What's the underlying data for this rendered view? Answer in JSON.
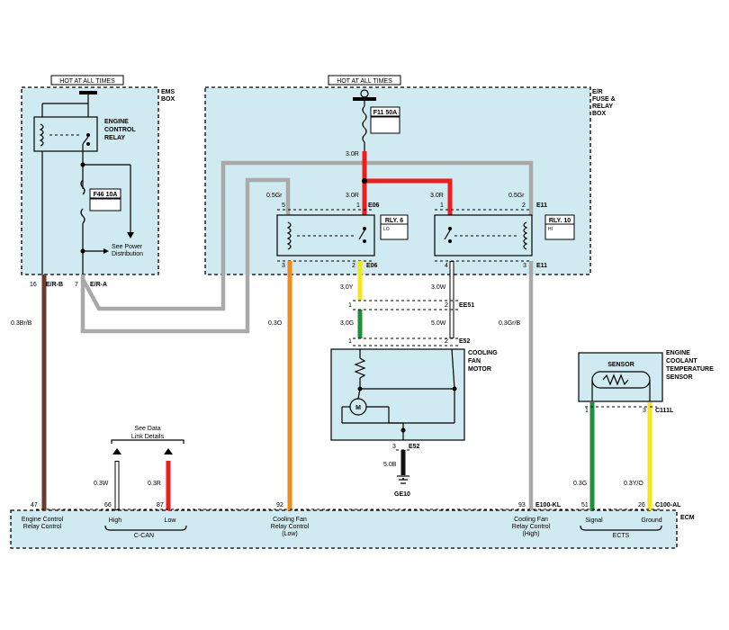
{
  "hot_labels": {
    "left": "HOT AT ALL TIMES",
    "right": "HOT AT ALL TIMES"
  },
  "boxes": {
    "ems_box": "EMS\nBOX",
    "er_box": "E/R\nFUSE &\nRELAY\nBOX",
    "ecm": "ECM"
  },
  "components": {
    "engine_control_relay": "ENGINE\nCONTROL\nRELAY",
    "fuse_f46": "F46 10A",
    "fuse_f11": "F11 50A",
    "see_power": "See Power\nDistribution",
    "rly6": "RLY. 6",
    "rly6_sub": "LO",
    "rly10": "RLY. 10",
    "rly10_sub": "HI",
    "cooling_fan_motor": "COOLING\nFAN\nMOTOR",
    "motor_symbol": "M",
    "sensor": "SENSOR",
    "ects_name": "ENGINE\nCOOLANT\nTEMPERATURE\nSENSOR",
    "data_link": "See Data\nLink Details",
    "ground": "GE10"
  },
  "pins": {
    "p16": "16",
    "erb": "E/R-B",
    "p7": "7",
    "era": "E/R-A",
    "p5": "5",
    "p1a": "1",
    "p1b": "1",
    "p2a": "2",
    "e06_top": "E06",
    "e11_top": "E11",
    "p3a": "3",
    "p2b": "2",
    "e06_bot": "E06",
    "p4": "4",
    "p3b": "3",
    "e11_bot": "E11",
    "p1c": "1",
    "p2c": "2",
    "ee51": "EE51",
    "p1d": "1",
    "p2d": "2",
    "e52": "E52",
    "p3c": "3",
    "e52b": "E52",
    "p1e": "1",
    "p3d": "3",
    "c111l": "C111L",
    "p47": "47",
    "p66": "66",
    "p87": "87",
    "p92": "92",
    "p93": "93",
    "e100kl": "E100-KL",
    "p51": "51",
    "p26": "26",
    "c100al": "C100-AL"
  },
  "wires": {
    "w_30r": "3.0R",
    "w_05gr_l": "0.5Gr",
    "w_30r_a": "3.0R",
    "w_30r_b": "3.0R",
    "w_05gr_r": "0.5Gr",
    "w_03brb": "0.3Br/B",
    "w_30y": "3.0Y",
    "w_30w": "3.0W",
    "w_30g": "3.0G",
    "w_50w": "5.0W",
    "w_03o": "0.3O",
    "w_03grb": "0.3Gr/B",
    "w_03w": "0.3W",
    "w_03r": "0.3R",
    "w_50b": "5.0B",
    "w_03g": "0.3G",
    "w_03yo": "0.3Y/O"
  },
  "ecm_labels": {
    "engine_relay_ctrl": "Engine Control\nRelay Control",
    "high": "High",
    "low": "Low",
    "ccan": "C-CAN",
    "fan_low": "Cooling Fan\nRelay Control\n(Low)",
    "fan_high": "Cooling Fan\nRelay Control\n(High)",
    "signal": "Signal",
    "ground": "Ground",
    "ects": "ECTS"
  },
  "colors": {
    "red": "#ee1c1c",
    "yellow": "#f5e61a",
    "green": "#1e8f3a",
    "orange": "#f08a1a",
    "gray": "#a9a9a9",
    "brown": "#6b3a2a",
    "white": "#ffffff",
    "black": "#111111",
    "box_fill": "#cfeaf0"
  }
}
